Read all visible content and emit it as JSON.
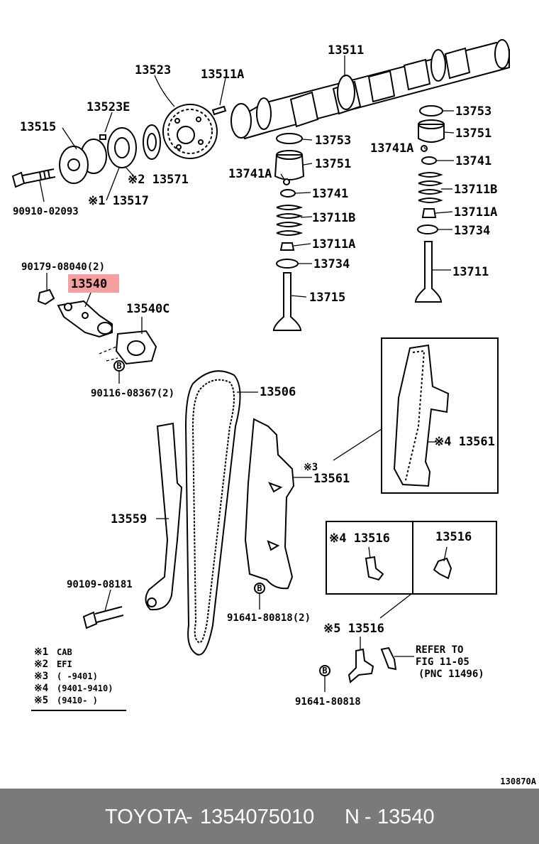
{
  "highlight_color": "#f4a0a0",
  "footer_color": "#7a7a7a",
  "labels": {
    "p13511": "13511",
    "p13523": "13523",
    "p13511A": "13511A",
    "p13523E": "13523E",
    "p13515": "13515",
    "p13571": "※2 13571",
    "p13517": "※1 13517",
    "p90910": "90910-02093",
    "p13753a": "13753",
    "p13751a": "13751",
    "p13741Aa": "13741A",
    "p13741a": "13741",
    "p13711Ba": "13711B",
    "p13711Aa": "13711A",
    "p13734a": "13734",
    "p13715": "13715",
    "p13753b": "13753",
    "p13751b": "13751",
    "p13741Ab": "13741A",
    "p13741b": "13741",
    "p13711Bb": "13711B",
    "p13711Ab": "13711A",
    "p13734b": "13734",
    "p13711": "13711",
    "p90179": "90179-08040(2)",
    "p13540": "13540",
    "p13540C": "13540C",
    "p90116": "90116-08367(2)",
    "p13506": "13506",
    "p13561": "13561",
    "p13561mark": "※3",
    "p13561box": "※4 13561",
    "p13559": "13559",
    "p90109": "90109-08181",
    "p91641a": "91641-80818(2)",
    "p13516box1": "※4 13516",
    "p13516box2": "13516",
    "p13516": "※5 13516",
    "p91641b": "91641-80818",
    "refer1": "REFER TO",
    "refer2": "FIG 11-05",
    "refer3": "(PNC 11496)",
    "figcode": "130870A"
  },
  "legend": [
    {
      "mark": "※1",
      "text": "CAB"
    },
    {
      "mark": "※2",
      "text": "EFI"
    },
    {
      "mark": "※3",
      "text": "(     -9401)"
    },
    {
      "mark": "※4",
      "text": "(9401-9410)"
    },
    {
      "mark": "※5",
      "text": "(9410-     )"
    }
  ],
  "footer": {
    "brand": "TOYOTA",
    "sep1": "-",
    "part_number": "1354075010",
    "code": "N",
    "sep2": "-",
    "pnc": "13540"
  }
}
